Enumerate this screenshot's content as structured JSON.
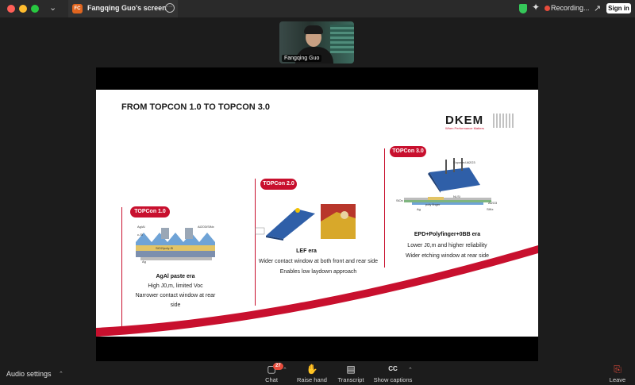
{
  "window": {
    "tab_badge": "FC",
    "tab_title": "Fangqing Guo's screen",
    "recording_label": "Recording...",
    "signin_label": "Sign in"
  },
  "video": {
    "participant_name": "Fangqing Guo"
  },
  "slide": {
    "title": "FROM TOPCON 1.0 TO TOPCON 3.0",
    "logo_text": "DKEM",
    "logo_tagline": "When Performance Matters",
    "eras": [
      {
        "badge": "TOPCon 1.0",
        "name": "AgAl paste era",
        "lines": [
          "High J0,m,  limited Voc",
          "Narrower contact window at rear",
          "side"
        ],
        "diagram_labels": [
          "Ag/Al",
          "c-Si",
          "Al2O3/SiNx",
          "SiO2/poly-Si",
          "Ag"
        ]
      },
      {
        "badge": "TOPCon 2.0",
        "name": "LEF era",
        "lines": [
          "Wider contact window at both front and rear side",
          "Enables low laydown approach"
        ]
      },
      {
        "badge": "TOPCon 3.0",
        "name": "EPD+Polyfinger+0BB era",
        "lines": [
          "Lower J0,m and higher reliability",
          "Wider etching window at rear side"
        ],
        "diagram_labels": [
          "Exposed Al2O3",
          "SiOx",
          "Ni-Si",
          "poly finger",
          "Ag",
          "Al2O3",
          "SiNx"
        ]
      }
    ]
  },
  "toolbar": {
    "audio_settings": "Audio settings",
    "chat_label": "Chat",
    "chat_count": "27",
    "raise_hand_label": "Raise hand",
    "transcript_label": "Transcript",
    "captions_label": "Show captions",
    "leave_label": "Leave"
  },
  "colors": {
    "accent_red": "#c8102e",
    "recording_red": "#e74c3c",
    "toolbar_bg": "#1c1c1c"
  },
  "icons": [
    "shield-icon",
    "sparkle-icon",
    "expand-icon",
    "chat-icon",
    "raise-hand-icon",
    "transcript-icon",
    "captions-icon",
    "leave-icon"
  ]
}
